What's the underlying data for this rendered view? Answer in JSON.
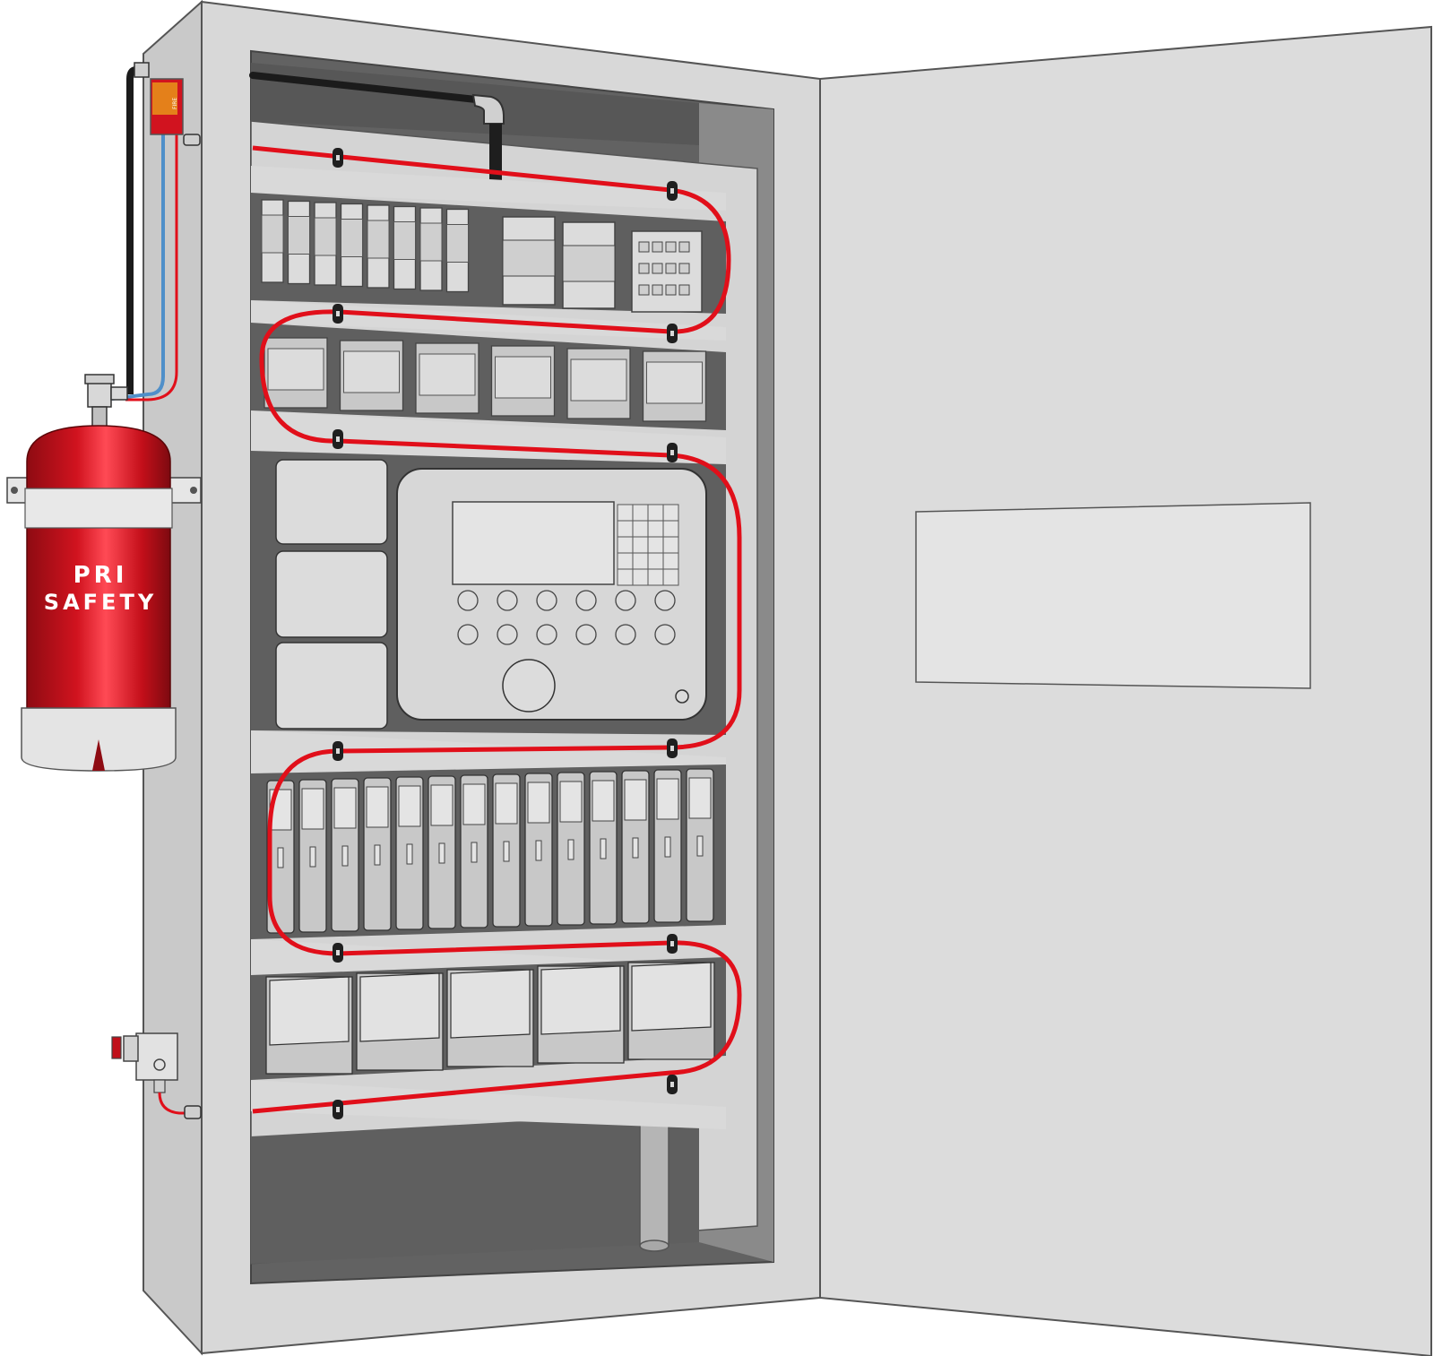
{
  "scene": {
    "subject": "electrical-cabinet-with-fire-suppression",
    "cylinder_brand_line1": "PRI",
    "cylinder_brand_line2": "SAFETY",
    "alarm_box_label": "FIRE"
  },
  "colors": {
    "cabinet_outer": "#d6d6d6",
    "cabinet_interior": "#616161",
    "rail": "#d9d9d9",
    "module_fill": "#dcdcdc",
    "module_body": "#c8c8c8",
    "detection_tube": "#e10f1a",
    "cylinder_red": "#d1131f",
    "door_fill": "#dcdcdc",
    "door_window": "#e3e3e3",
    "pipe_black": "#1c1c1c",
    "pneumatic_blue": "#4f8fc9"
  },
  "components": {
    "breaker_row_count": 8,
    "contactor_count": 6,
    "io_module_count": 14,
    "lower_device_count": 5,
    "side_panel_count": 3
  }
}
